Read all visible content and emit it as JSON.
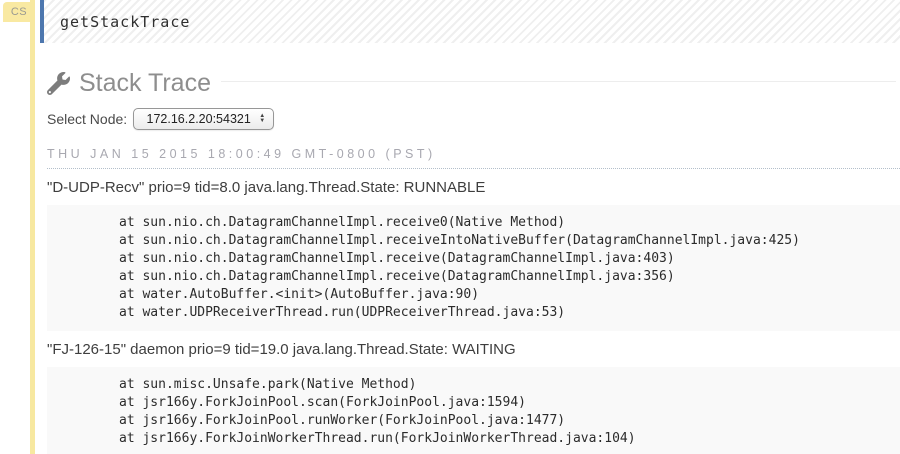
{
  "badge": {
    "label": "CS"
  },
  "header": {
    "title": "getStackTrace"
  },
  "page": {
    "title": "Stack Trace",
    "title_icon": "wrench-icon",
    "select_node_label": "Select Node:",
    "node_select": {
      "value": "172.16.2.20:54321",
      "arrows_icon": "updown-arrows-icon"
    },
    "timestamp": "THU JAN 15 2015 18:00:49 GMT-0800 (PST)"
  },
  "threads": [
    {
      "heading": "\"D-UDP-Recv\" prio=9 tid=8.0 java.lang.Thread.State: RUNNABLE",
      "frames": [
        "at sun.nio.ch.DatagramChannelImpl.receive0(Native Method)",
        "at sun.nio.ch.DatagramChannelImpl.receiveIntoNativeBuffer(DatagramChannelImpl.java:425)",
        "at sun.nio.ch.DatagramChannelImpl.receive(DatagramChannelImpl.java:403)",
        "at sun.nio.ch.DatagramChannelImpl.receive(DatagramChannelImpl.java:356)",
        "at water.AutoBuffer.<init>(AutoBuffer.java:90)",
        "at water.UDPReceiverThread.run(UDPReceiverThread.java:53)"
      ]
    },
    {
      "heading": "\"FJ-126-15\" daemon prio=9 tid=19.0 java.lang.Thread.State: WAITING",
      "frames": [
        "at sun.misc.Unsafe.park(Native Method)",
        "at jsr166y.ForkJoinPool.scan(ForkJoinPool.java:1594)",
        "at jsr166y.ForkJoinPool.runWorker(ForkJoinPool.java:1477)",
        "at jsr166y.ForkJoinWorkerThread.run(ForkJoinWorkerThread.java:104)"
      ]
    }
  ],
  "colors": {
    "rail_yellow": "#f7e8a0",
    "header_accent_blue": "#4d77ae",
    "code_block_bg": "#f9f9f9",
    "heading_gray": "#8e8e8e",
    "timestamp_gray": "#a8a8b0"
  }
}
